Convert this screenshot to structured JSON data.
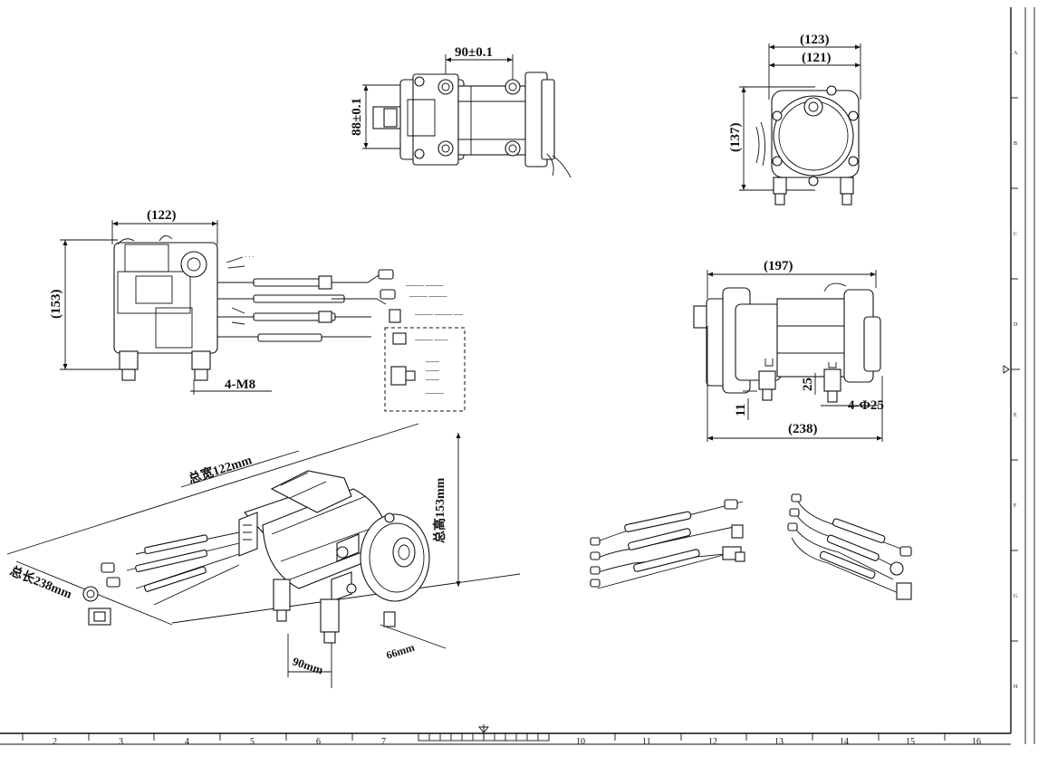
{
  "drawing": {
    "top_view": {
      "dim_width": "90±0.1",
      "dim_height": "88±0.1"
    },
    "end_view": {
      "dim_outer": "(123)",
      "dim_inner": "(121)",
      "dim_height": "(137)"
    },
    "side_view_left": {
      "dim_width": "(122)",
      "dim_height": "(153)",
      "thread": "4-M8"
    },
    "side_view_right": {
      "dim_width": "(197)",
      "dim_total": "(238)",
      "dim_foot": "25",
      "dim_offset": "11",
      "holes": "4-Φ25"
    },
    "isometric": {
      "width": "总宽122mm",
      "height": "总高153mm",
      "length": "总长238mm",
      "spacing": "90mm",
      "foot": "66mm"
    }
  },
  "border": {
    "bottom_ruler": [
      "2",
      "3",
      "4",
      "5",
      "6",
      "7",
      "10",
      "11",
      "12",
      "13",
      "14",
      "15",
      "16"
    ],
    "right_ruler": [
      "A",
      "B",
      "C",
      "D",
      "E",
      "F",
      "G",
      "H"
    ]
  }
}
